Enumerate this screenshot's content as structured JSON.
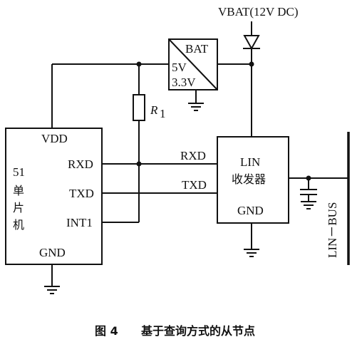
{
  "vbat_label": "VBAT(12V DC)",
  "regulator": {
    "name": "BAT",
    "in": "5V",
    "out": "3.3V"
  },
  "resistor": {
    "symbol": "R",
    "subscript": "1"
  },
  "mcu": {
    "pin_vdd": "VDD",
    "title_lines": [
      "51",
      "单",
      "片",
      "机"
    ],
    "pin_rxd": "RXD",
    "pin_txd": "TXD",
    "pin_int1": "INT1",
    "pin_gnd": "GND"
  },
  "transceiver": {
    "title": "LIN",
    "subtitle": "收发器",
    "pin_gnd": "GND"
  },
  "signals": {
    "rxd": "RXD",
    "txd": "TXD"
  },
  "bus_label": "LIN－BUS",
  "caption": {
    "figure": "图 4",
    "title": "基于查询方式的从节点"
  }
}
